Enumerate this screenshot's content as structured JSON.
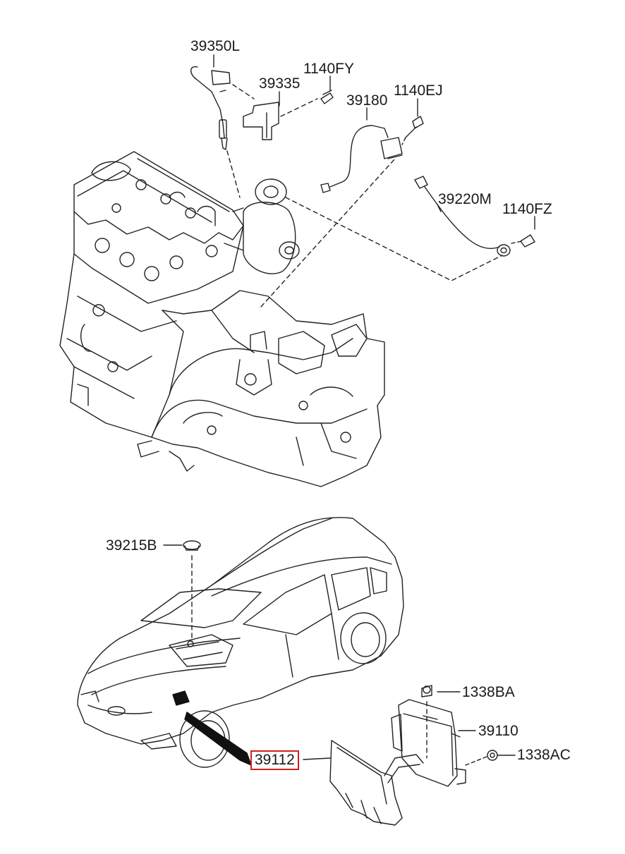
{
  "parts": {
    "p39350L": "39350L",
    "p39335": "39335",
    "p1140FY": "1140FY",
    "p39180": "39180",
    "p1140EJ": "1140EJ",
    "p39220M": "39220M",
    "p1140FZ": "1140FZ",
    "p39215B": "39215B",
    "p1338BA": "1338BA",
    "p39110": "39110",
    "p39112": "39112",
    "p1338AC": "1338AC"
  },
  "highlighted_part": "39112",
  "colors": {
    "line": "#222222",
    "highlight": "#d31f1f",
    "background": "#ffffff"
  }
}
